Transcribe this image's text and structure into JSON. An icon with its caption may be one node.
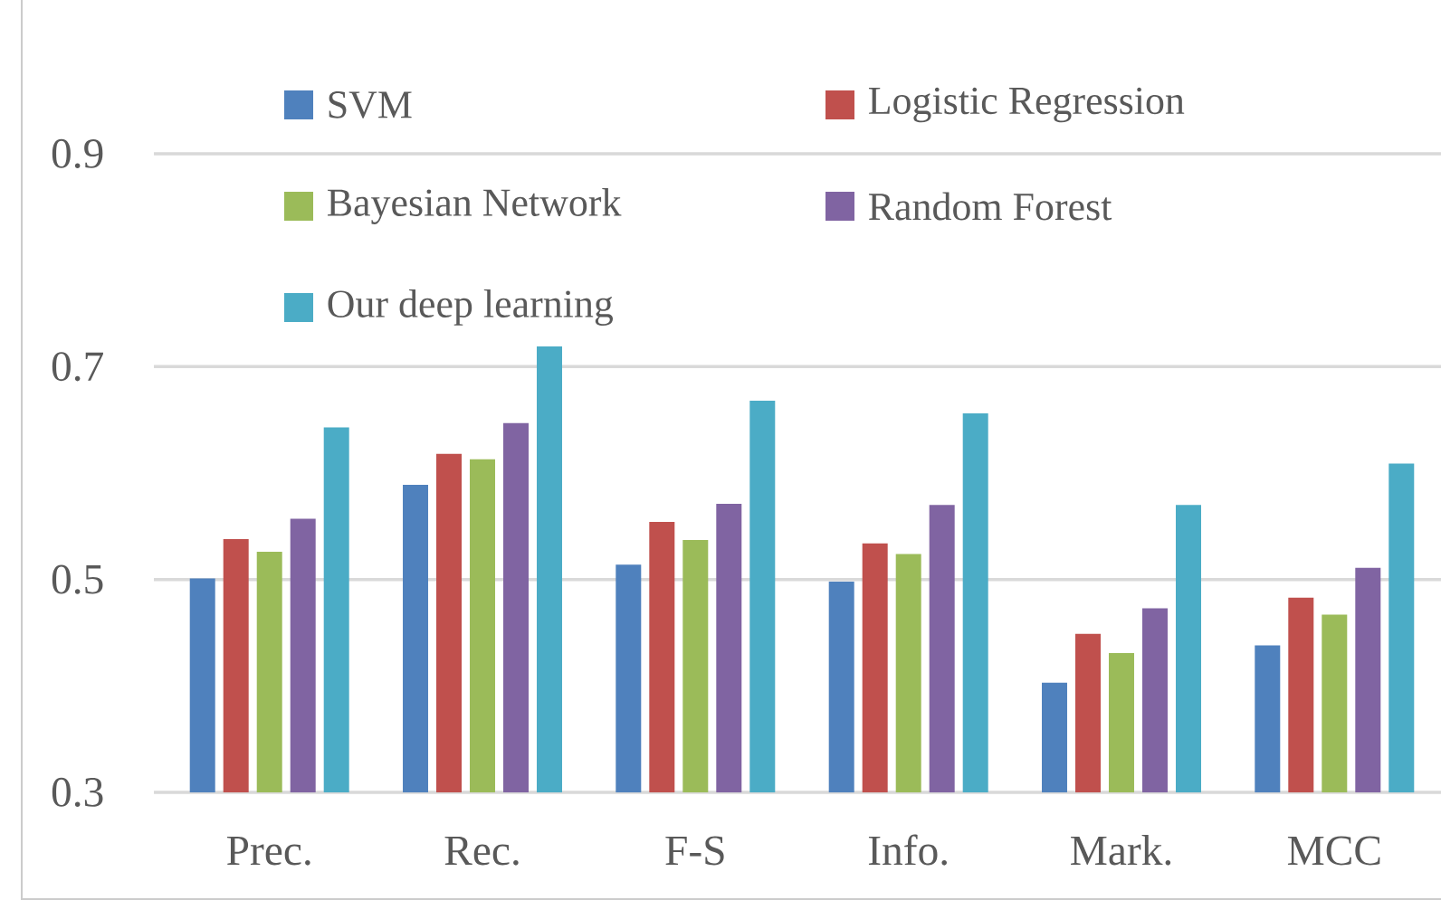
{
  "diagram": {
    "chart_data": {
      "type": "bar",
      "categories": [
        "Prec.",
        "Rec.",
        "F-S",
        "Info.",
        "Mark.",
        "MCC"
      ],
      "series": [
        {
          "name": "SVM",
          "color": "#4f81bd",
          "values": [
            0.501,
            0.589,
            0.514,
            0.498,
            0.403,
            0.438
          ]
        },
        {
          "name": "Logistic Regression",
          "color": "#c0504d",
          "values": [
            0.538,
            0.618,
            0.554,
            0.534,
            0.449,
            0.483
          ]
        },
        {
          "name": "Bayesian Network",
          "color": "#9bbb59",
          "values": [
            0.526,
            0.613,
            0.537,
            0.524,
            0.431,
            0.467
          ]
        },
        {
          "name": "Random Forest",
          "color": "#8064a2",
          "values": [
            0.557,
            0.647,
            0.571,
            0.57,
            0.473,
            0.511
          ]
        },
        {
          "name": "Our deep learning",
          "color": "#4bacc6",
          "values": [
            0.643,
            0.719,
            0.668,
            0.656,
            0.57,
            0.609
          ]
        }
      ],
      "ylim": [
        0.3,
        0.9
      ],
      "grid": true,
      "legend": "top",
      "yticks": [
        0.3,
        0.5,
        0.7,
        0.9
      ]
    }
  }
}
